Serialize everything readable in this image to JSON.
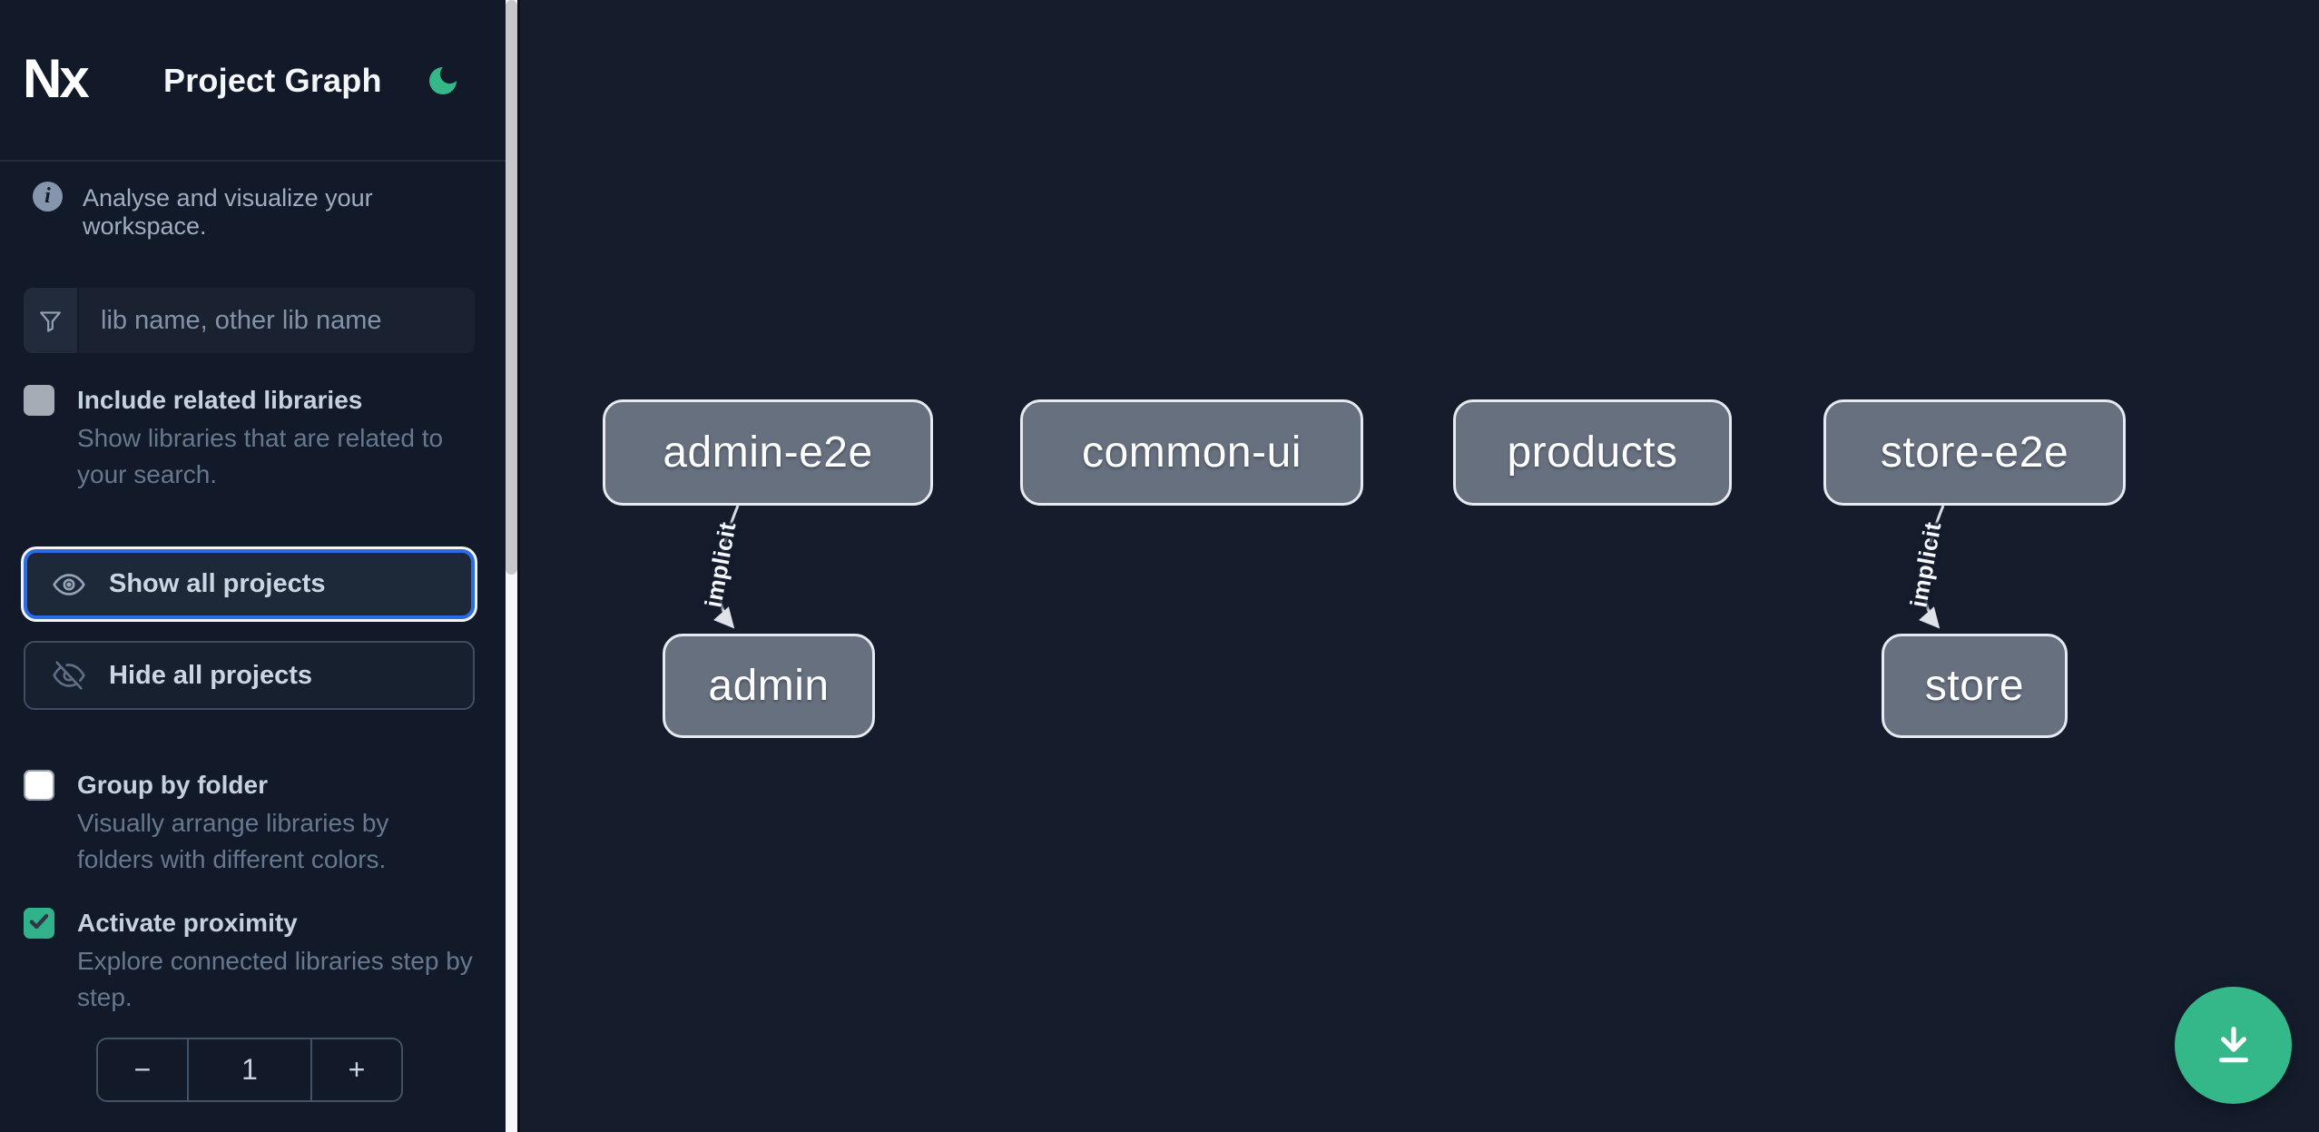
{
  "header": {
    "logo_text": "Nx",
    "title": "Project Graph",
    "theme_icon": "moon-icon"
  },
  "sidebar": {
    "info_text": "Analyse and visualize your workspace.",
    "search_placeholder": "lib name, other lib name",
    "search_icon": "funnel-filter-icon",
    "show_all_label": "Show all projects",
    "hide_all_label": "Hide all projects",
    "options": [
      {
        "label": "Include related libraries",
        "description": "Show libraries that are related to your search.",
        "checked": false
      },
      {
        "label": "Group by folder",
        "description": "Visually arrange libraries by folders with different colors.",
        "checked": false
      },
      {
        "label": "Activate proximity",
        "description": "Explore connected libraries step by step.",
        "checked": true
      }
    ],
    "stepper": {
      "decrement": "−",
      "value": "1",
      "increment": "+"
    }
  },
  "graph": {
    "nodes": [
      {
        "label": "admin-e2e"
      },
      {
        "label": "common-ui"
      },
      {
        "label": "products"
      },
      {
        "label": "store-e2e"
      },
      {
        "label": "admin"
      },
      {
        "label": "store"
      }
    ],
    "edges": [
      {
        "source": "admin-e2e",
        "target": "admin",
        "label": "implicit"
      },
      {
        "source": "store-e2e",
        "target": "store",
        "label": "implicit"
      }
    ]
  },
  "fab": {
    "icon": "download-icon"
  },
  "colors": {
    "sidebar_bg": "#121a29",
    "canvas_bg": "#151d2d",
    "accent_green": "#35b889",
    "focus_blue": "#2b6be3",
    "node_fill": "#67707f",
    "node_border": "#e7eaee",
    "checkbox_checked_green": "#31b28a"
  }
}
